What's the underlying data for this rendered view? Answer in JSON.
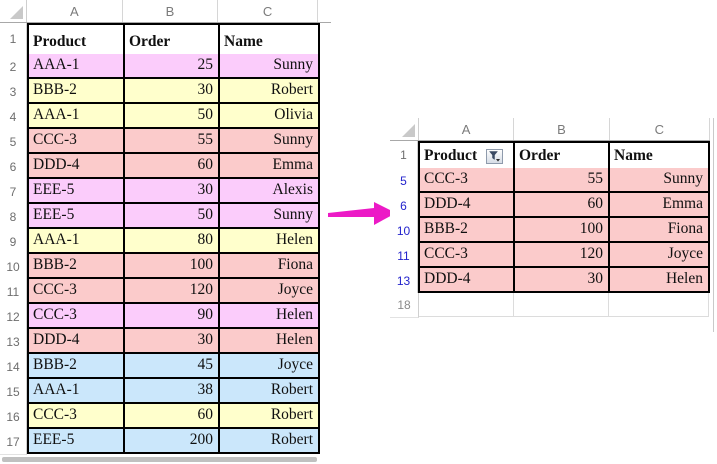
{
  "colors": {
    "plum": "#FBCCFB",
    "yellow": "#FFFFCC",
    "salmon": "#FBCBCB",
    "blue": "#CBE7FB",
    "arrow": "#EC1AC6",
    "filtered_row_number": "#2323CC"
  },
  "left_sheet": {
    "columns": [
      "A",
      "B",
      "C"
    ],
    "header_row_number": "1",
    "header": {
      "product": "Product",
      "order": "Order",
      "name": "Name"
    },
    "rows": [
      {
        "row": "2",
        "product": "AAA-1",
        "order": "25",
        "name": "Sunny",
        "color": "plum"
      },
      {
        "row": "3",
        "product": "BBB-2",
        "order": "30",
        "name": "Robert",
        "color": "yellow"
      },
      {
        "row": "4",
        "product": "AAA-1",
        "order": "50",
        "name": "Olivia",
        "color": "yellow"
      },
      {
        "row": "5",
        "product": "CCC-3",
        "order": "55",
        "name": "Sunny",
        "color": "salmon"
      },
      {
        "row": "6",
        "product": "DDD-4",
        "order": "60",
        "name": "Emma",
        "color": "salmon"
      },
      {
        "row": "7",
        "product": "EEE-5",
        "order": "30",
        "name": "Alexis",
        "color": "plum"
      },
      {
        "row": "8",
        "product": "EEE-5",
        "order": "50",
        "name": "Sunny",
        "color": "plum"
      },
      {
        "row": "9",
        "product": "AAA-1",
        "order": "80",
        "name": "Helen",
        "color": "yellow"
      },
      {
        "row": "10",
        "product": "BBB-2",
        "order": "100",
        "name": "Fiona",
        "color": "salmon"
      },
      {
        "row": "11",
        "product": "CCC-3",
        "order": "120",
        "name": "Joyce",
        "color": "salmon"
      },
      {
        "row": "12",
        "product": "CCC-3",
        "order": "90",
        "name": "Helen",
        "color": "plum"
      },
      {
        "row": "13",
        "product": "DDD-4",
        "order": "30",
        "name": "Helen",
        "color": "salmon"
      },
      {
        "row": "14",
        "product": "BBB-2",
        "order": "45",
        "name": "Joyce",
        "color": "blue"
      },
      {
        "row": "15",
        "product": "AAA-1",
        "order": "38",
        "name": "Robert",
        "color": "blue"
      },
      {
        "row": "16",
        "product": "CCC-3",
        "order": "60",
        "name": "Robert",
        "color": "yellow"
      },
      {
        "row": "17",
        "product": "EEE-5",
        "order": "200",
        "name": "Robert",
        "color": "blue"
      }
    ]
  },
  "right_sheet": {
    "columns": [
      "A",
      "B",
      "C"
    ],
    "header_row_number": "1",
    "header": {
      "product": "Product",
      "order": "Order",
      "name": "Name"
    },
    "filter_icon": "funnel-filter-icon",
    "rows": [
      {
        "row": "5",
        "product": "CCC-3",
        "order": "55",
        "name": "Sunny",
        "color": "salmon",
        "filtered": true
      },
      {
        "row": "6",
        "product": "DDD-4",
        "order": "60",
        "name": "Emma",
        "color": "salmon",
        "filtered": true
      },
      {
        "row": "10",
        "product": "BBB-2",
        "order": "100",
        "name": "Fiona",
        "color": "salmon",
        "filtered": true
      },
      {
        "row": "11",
        "product": "CCC-3",
        "order": "120",
        "name": "Joyce",
        "color": "salmon",
        "filtered": true
      },
      {
        "row": "13",
        "product": "DDD-4",
        "order": "30",
        "name": "Helen",
        "color": "salmon",
        "filtered": true
      }
    ],
    "empty_row_number": "18"
  }
}
